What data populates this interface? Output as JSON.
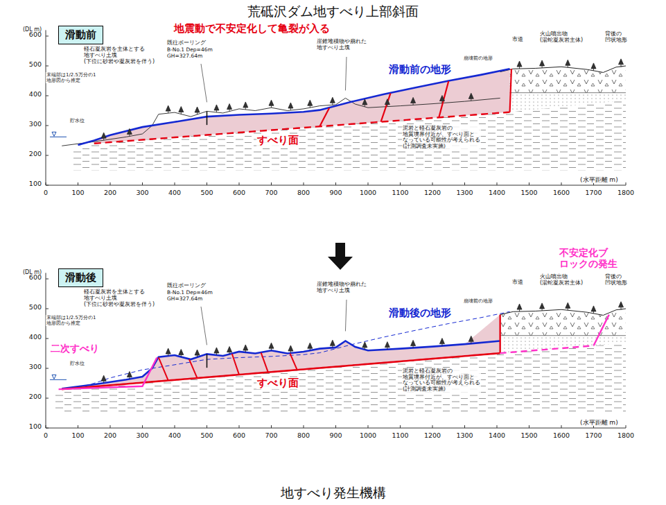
{
  "diagram": {
    "title": "荒砥沢ダム地すべり上部斜面",
    "caption": "地すべり発生機構",
    "nodes": [
      {
        "text": [
          "滑動前"
        ]
      },
      {
        "text": [
          "滑動後"
        ]
      }
    ],
    "labels": [
      "地震動で不安定化して亀裂が入る",
      "(DL m)",
      "600",
      "500",
      "400",
      "300",
      "200",
      "100",
      "0",
      "100",
      "200",
      "300",
      "400",
      "500",
      "600",
      "700",
      "800",
      "900",
      "1000",
      "1100",
      "1200",
      "1300",
      "1400",
      "1500",
      "1600",
      "1700",
      "1800",
      "(水平距離 m)",
      "軽石凝灰岩を主体とする 地すべり土塊 (下位に砂岩や凝灰岩を伴う)",
      "末端部は1/2.5万分の1 地形図から推定",
      "既往ボーリング",
      "B-No.1 Dep=46m GH=327.64m",
      "崖錐堆積物や崩れた 地すべり土塊",
      "市道",
      "火山噴出物 (湯蛇凝灰岩主体)",
      "背後の 凹状地形",
      "崩壊前の地形",
      "貯水位",
      "すべり面",
      "泥岩と軽石凝灰岩の 地質境界付近が、すべり面と なっている可能性が考えられる (計測調査未実施)",
      "滑動前の地形",
      "(DL m)",
      "600",
      "500",
      "400",
      "300",
      "200",
      "100",
      "0",
      "100",
      "200",
      "300",
      "400",
      "500",
      "600",
      "700",
      "800",
      "900",
      "1000",
      "1100",
      "1200",
      "1300",
      "1400",
      "1500",
      "1600",
      "1700",
      "1800",
      "(水平距離 m)",
      "軽石凝灰岩を主体とする 地すべり土塊 (下位に砂岩や凝灰岩を伴う)",
      "末端部は1/2.5万分の1 地形図から推定",
      "既往ボーリング",
      "B-No.1 Dep=46m GH=327.64m",
      "崖錐堆積物や崩れた 地すべり土塊",
      "市道",
      "火山噴出物 (湯蛇凝灰岩主体)",
      "背後の 凹状地形",
      "崩壊前の地形",
      "貯水位",
      "すべり面",
      "泥岩と軽石凝灰岩の 地質境界付近が、すべり面と なっている可能性が考えられる (計測調査未実施)",
      "滑動後の地形",
      "二次すべり",
      "不安定化ブ ロックの発生"
    ]
  }
}
